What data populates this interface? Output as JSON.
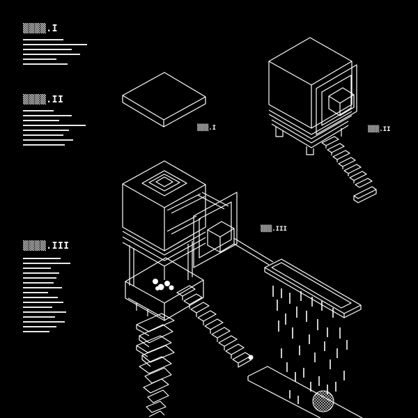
{
  "labels": {
    "section_1": "▒▒▒▒.I",
    "section_2": "▒▒▒▒.II",
    "section_3": "▒▒▒▒.III"
  },
  "tags": {
    "tag_1": "▒▒▒.I",
    "tag_2": "▒▒▒.II",
    "tag_3": "▒▒▒.III"
  },
  "colors": {
    "background": "#000000",
    "line": "#ffffff"
  }
}
